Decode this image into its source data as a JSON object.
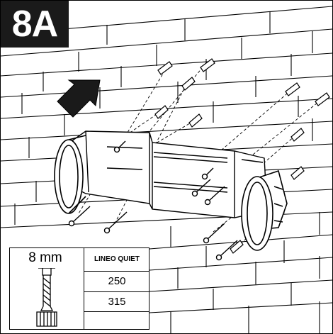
{
  "step": {
    "label": "8A"
  },
  "spec": {
    "drill_size": "8 mm",
    "table_header": "LINEO QUIET",
    "rows": [
      "250",
      "315",
      ""
    ]
  },
  "colors": {
    "line": "#000000",
    "badge": "#1a1a1a",
    "background": "#ffffff"
  },
  "icons": [
    "push-arrow-icon",
    "drill-bit-icon",
    "wall-plug-icon",
    "screw-icon"
  ]
}
